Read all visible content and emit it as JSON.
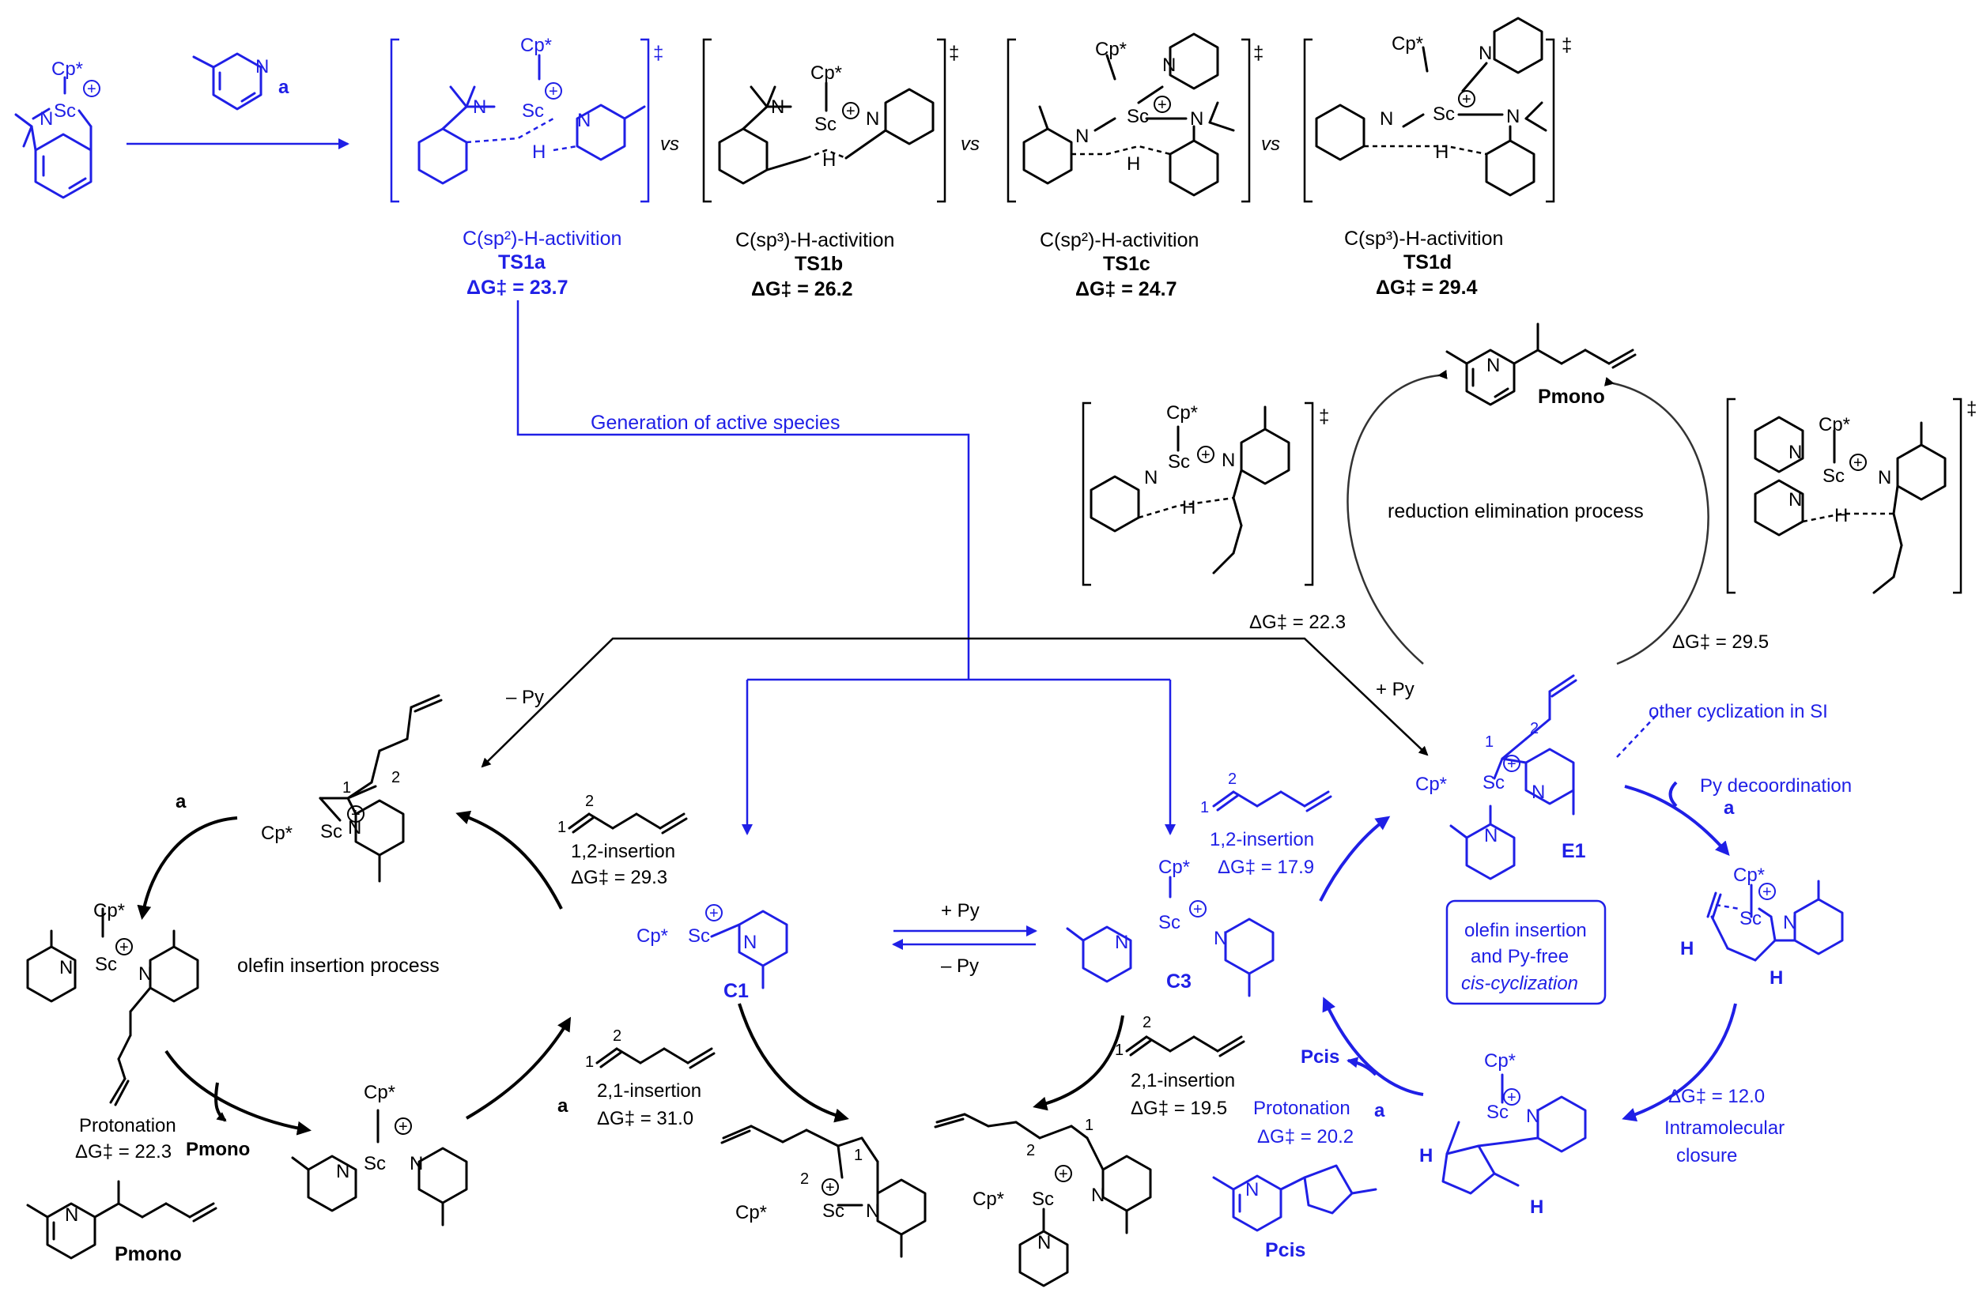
{
  "colors": {
    "black": "#000000",
    "blue": "#1f1fe6"
  },
  "symbols": {
    "cp": "Cp*",
    "sc": "Sc",
    "plus": "+",
    "dagger": "‡",
    "vs": "vs",
    "reagent_a": "a",
    "h": "H",
    "n": "N",
    "one": "1",
    "two": "2"
  },
  "ts": {
    "ts1a": {
      "desc": "C(sp²)-H-activition",
      "name": "TS1a",
      "energy": "ΔG‡ = 23.7"
    },
    "ts1b": {
      "desc": "C(sp³)-H-activition",
      "name": "TS1b",
      "energy": "ΔG‡ = 26.2"
    },
    "ts1c": {
      "desc": "C(sp²)-H-activition",
      "name": "TS1c",
      "energy": "ΔG‡ = 24.7"
    },
    "ts1d": {
      "desc": "C(sp³)-H-activition",
      "name": "TS1d",
      "energy": "ΔG‡ = 29.4"
    }
  },
  "labels": {
    "generation": "Generation of active species",
    "pmono": "Pmono",
    "reduction": "reduction elimination process",
    "dg_re_left": "ΔG‡ = 22.3",
    "dg_re_right": "ΔG‡ = 29.5",
    "minus_py": "– Py",
    "plus_py": "+ Py",
    "other_cycl": "other cyclization in SI",
    "py_decoord": "Py decoordination",
    "e1": "E1",
    "ins12_left": "1,2-insertion",
    "dg_ins12_left": "ΔG‡ = 29.3",
    "ins12_right": "1,2-insertion",
    "dg_ins12_right": "ΔG‡ = 17.9",
    "olefin_process": "olefin insertion process",
    "c1": "C1",
    "c3": "C3",
    "eq_plus_py": "+ Py",
    "eq_minus_py": "– Py",
    "box_line1": "olefin insertion",
    "box_line2": "and Py-free",
    "box_line3": "cis-cyclization",
    "protonation_left": "Protonation",
    "dg_prot_left": "ΔG‡ = 22.3",
    "pmono_left": "Pmono",
    "pmono_bottom": "Pmono",
    "ins21_left": "2,1-insertion",
    "dg_ins21_left": "ΔG‡ = 31.0",
    "ins21_right": "2,1-insertion",
    "dg_ins21_right": "ΔG‡ = 19.5",
    "protonation_right": "Protonation",
    "dg_prot_right": "ΔG‡ = 20.2",
    "pcis_arrow": "Pcis",
    "pcis_bottom": "Pcis",
    "dg_closure": "ΔG‡ = 12.0",
    "closure1": "Intramolecular",
    "closure2": "closure"
  }
}
